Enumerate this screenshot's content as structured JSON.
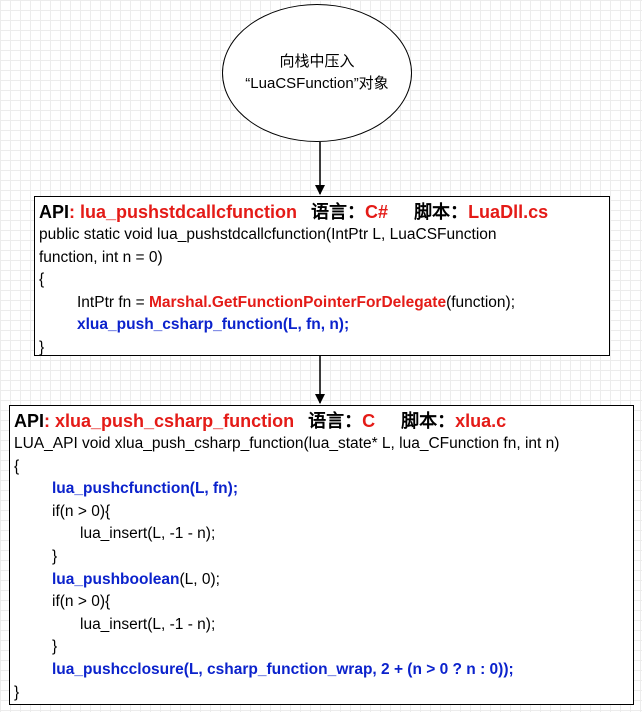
{
  "start_node": {
    "line1": "向栈中压入",
    "line2": "“LuaCSFunction”对象"
  },
  "box1": {
    "api_label": "API",
    "colon": ": ",
    "api_name": "lua_pushstdcallcfunction",
    "lang_label": "语言：",
    "lang_value": "C#",
    "script_label": "脚本：",
    "script_value": "LuaDll.cs",
    "sig_line1": "public static void lua_pushstdcallcfunction(IntPtr L, LuaCSFunction",
    "sig_line2": "function, int n = 0)",
    "open_brace": "{",
    "line_a_prefix": "IntPtr fn = ",
    "line_a_call": "Marshal.GetFunctionPointerForDelegate",
    "line_a_suffix": "(function);",
    "line_b": "xlua_push_csharp_function(L, fn, n);",
    "close_brace": "}"
  },
  "box2": {
    "api_label": "API",
    "colon": ": ",
    "api_name": "xlua_push_csharp_function",
    "lang_label": "语言：",
    "lang_value": "C",
    "script_label": "脚本：",
    "script_value": "xlua.c",
    "sig_line": "LUA_API void xlua_push_csharp_function(lua_state* L, lua_CFunction fn, int n)",
    "open_brace": "{",
    "l1": "lua_pushcfunction(L, fn);",
    "l2": "if(n > 0){",
    "l3": "lua_insert(L, -1 - n);",
    "l4": "}",
    "l5_call": "lua_pushboolean",
    "l5_args": "(L, 0);",
    "l6": "if(n > 0){",
    "l7": "lua_insert(L, -1 - n);",
    "l8": "}",
    "l9": "lua_pushcclosure(L, csharp_function_wrap, 2 + (n > 0 ? n : 0));",
    "close_brace": "}"
  }
}
